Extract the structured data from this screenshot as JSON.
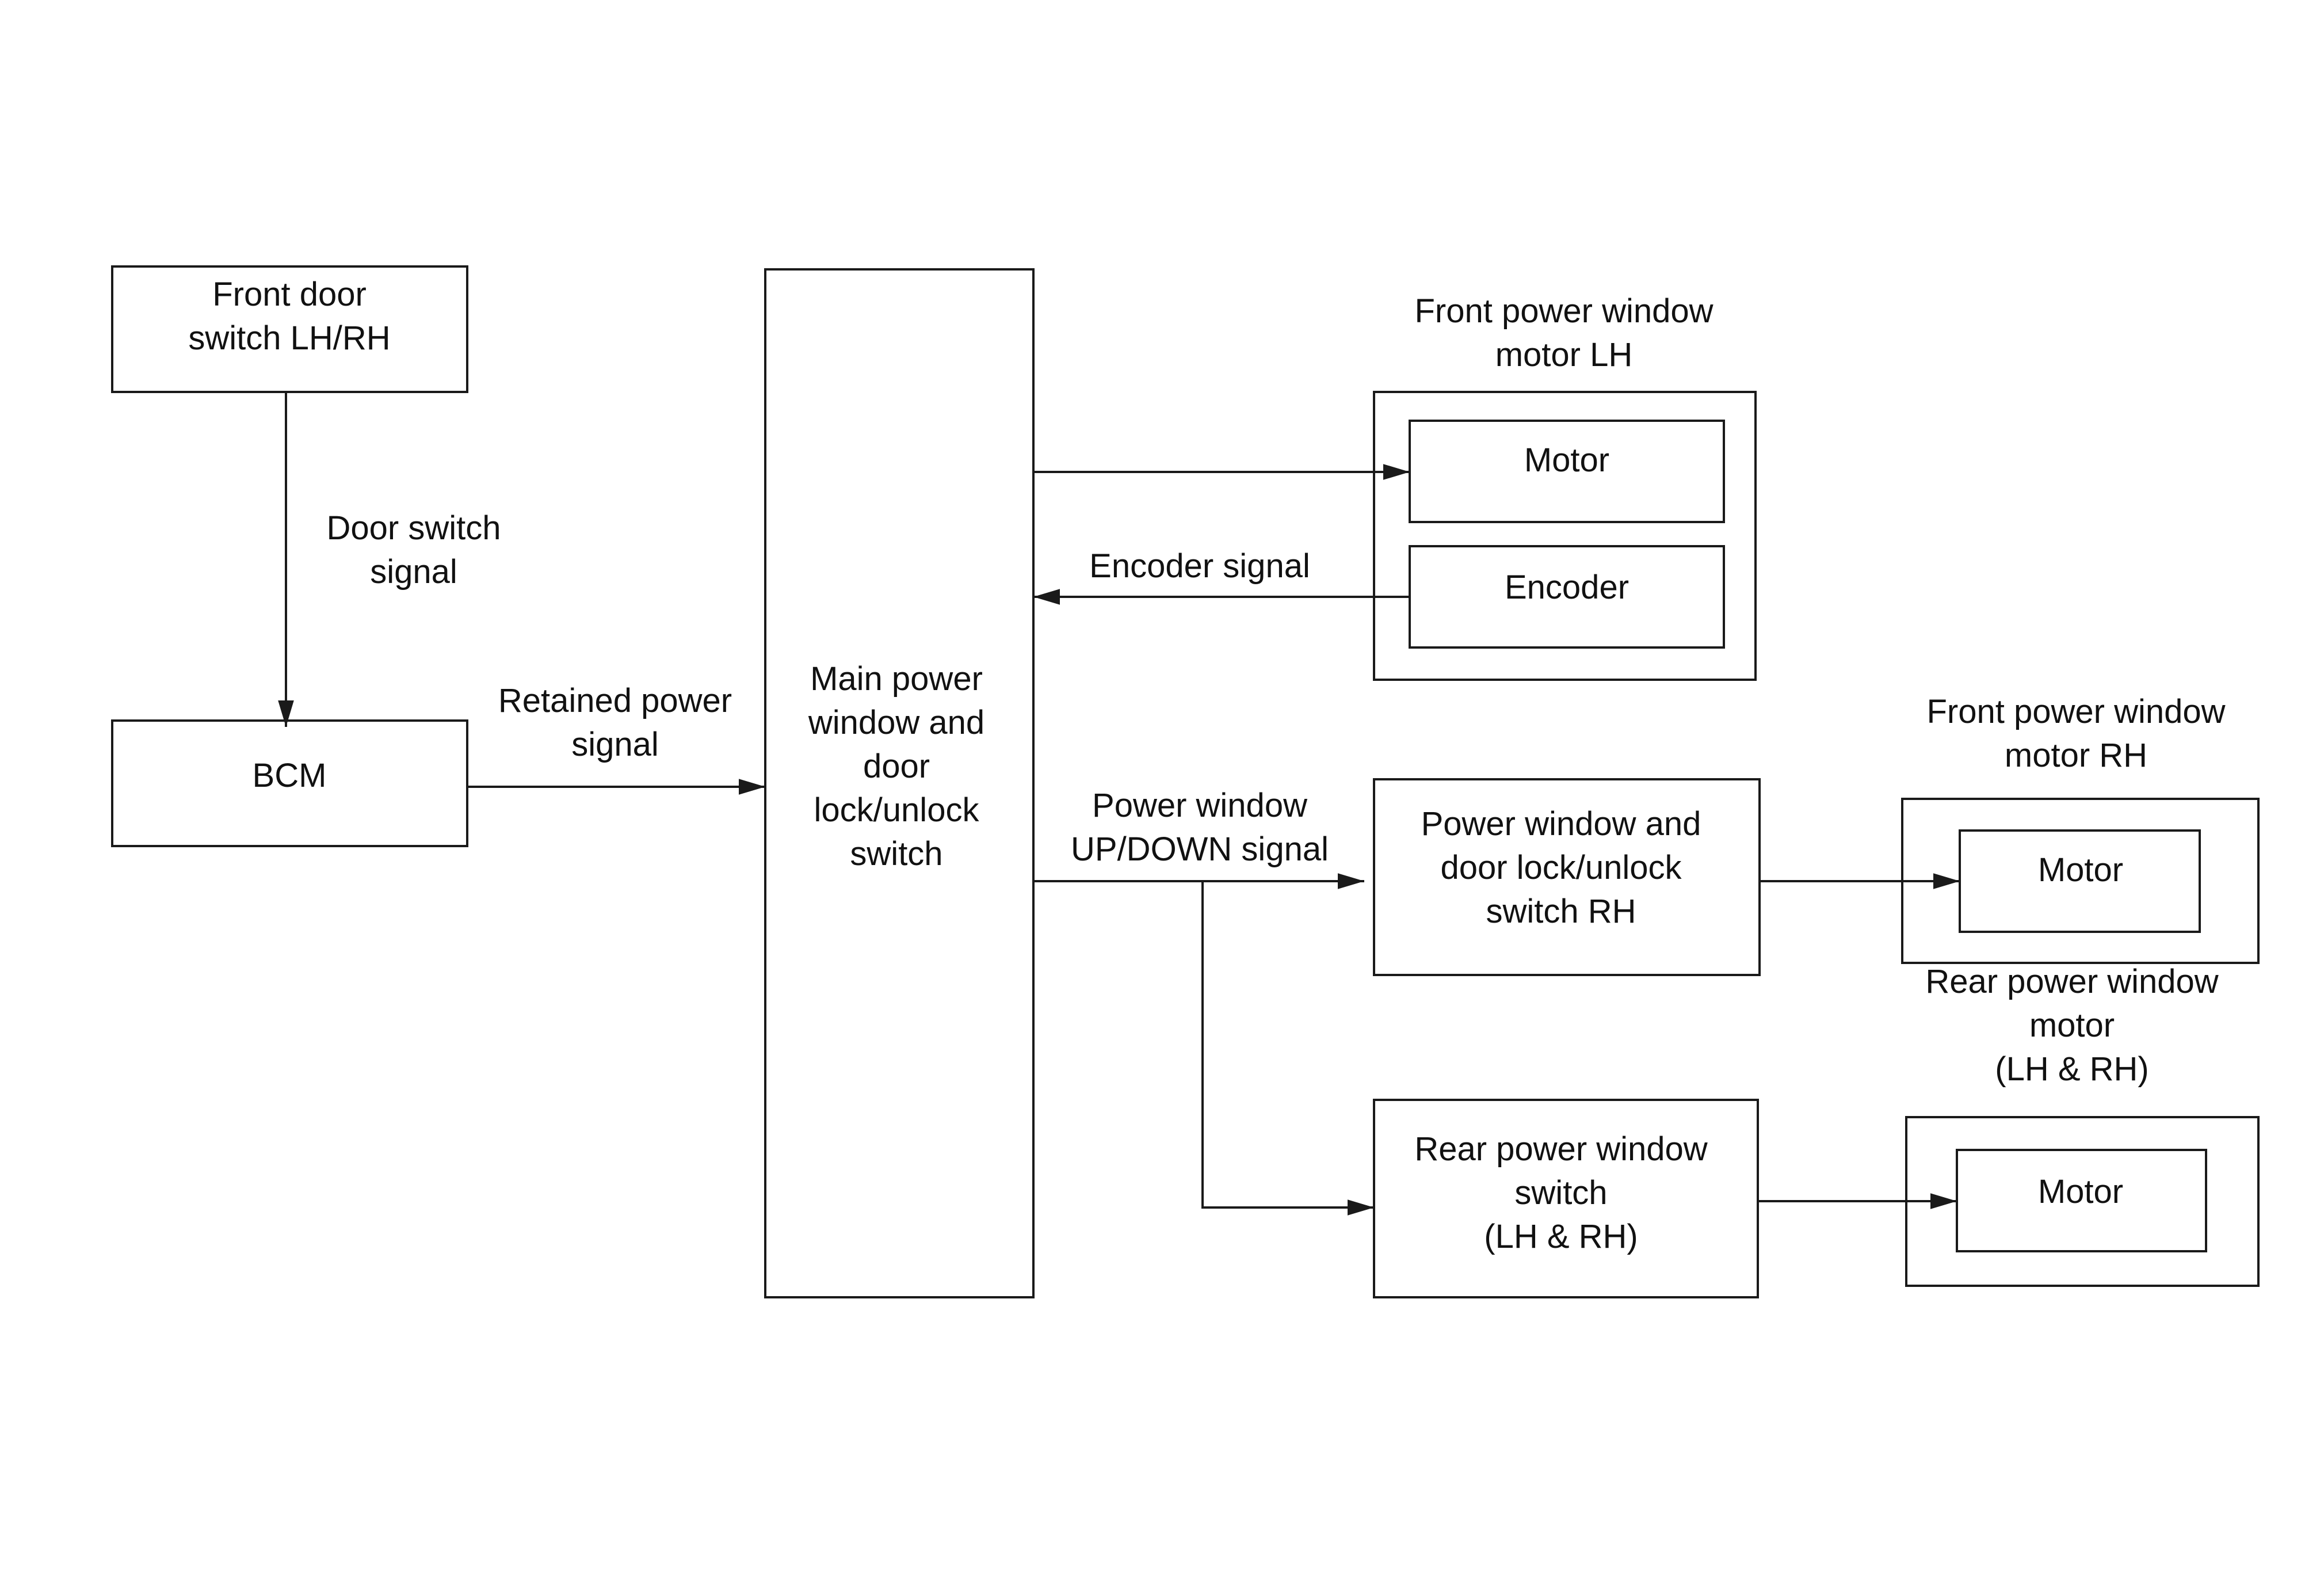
{
  "nodes": {
    "front_door_switch": [
      "Front door",
      "switch LH/RH"
    ],
    "bcm": [
      "BCM"
    ],
    "main_switch": [
      "Main power",
      "window and",
      "door",
      "lock/unlock",
      "switch"
    ],
    "front_motor_lh_title": [
      "Front power window",
      "motor LH"
    ],
    "motor_lh": [
      "Motor"
    ],
    "encoder_lh": [
      "Encoder"
    ],
    "switch_rh": [
      "Power window and",
      "door lock/unlock",
      "switch RH"
    ],
    "front_motor_rh_title": [
      "Front power window",
      "motor RH"
    ],
    "motor_rh": [
      "Motor"
    ],
    "rear_switch": [
      "Rear power window",
      "switch",
      "(LH & RH)"
    ],
    "rear_motor_title": [
      "Rear power window",
      "motor",
      "(LH & RH)"
    ],
    "motor_rear": [
      "Motor"
    ]
  },
  "signals": {
    "door_switch": [
      "Door switch",
      "signal"
    ],
    "retained_power": [
      "Retained power",
      "signal"
    ],
    "encoder": [
      "Encoder signal"
    ],
    "up_down": [
      "Power window",
      "UP/DOWN signal"
    ]
  },
  "colors": {
    "line": "#1a1a1a",
    "text": "#111111",
    "background": "#ffffff"
  }
}
